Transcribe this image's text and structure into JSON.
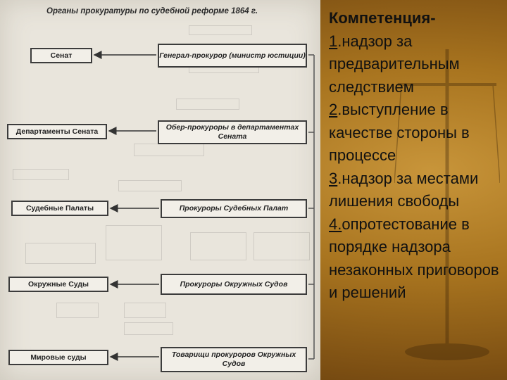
{
  "diagram": {
    "title": "Органы прокуратуры по судебной реформе 1864 г.",
    "left_boxes": [
      {
        "name": "senat",
        "label": "Сенат"
      },
      {
        "name": "senate-departments",
        "label": "Департаменты Сената"
      },
      {
        "name": "judicial-chambers",
        "label": "Судебные Палаты"
      },
      {
        "name": "district-courts",
        "label": "Окружные Суды"
      },
      {
        "name": "magistrate-courts",
        "label": "Мировые суды"
      }
    ],
    "right_boxes": [
      {
        "name": "prosecutor-general",
        "label": "Генерал-прокурор (министр юстиции)"
      },
      {
        "name": "chief-prosecutors",
        "label": "Обер-прокуроры в департаментах Сената"
      },
      {
        "name": "chamber-prosecutors",
        "label": "Прокуроры Судебных Палат"
      },
      {
        "name": "district-prosecutors",
        "label": "Прокуроры Окружных Судов"
      },
      {
        "name": "deputy-prosecutors",
        "label": "Товарищи прокуроров Окружных Судов"
      }
    ]
  },
  "competence": {
    "heading": "Компетенция-",
    "items": [
      {
        "num": "1",
        "text": ".надзор за предварительным следствием"
      },
      {
        "num": "2",
        "text": ".выступление в качестве стороны в процессе"
      },
      {
        "num": "3",
        "text": ".надзор за местами лишения свободы"
      },
      {
        "num": "4.",
        "text": "опротестование в порядке надзора незаконных приговоров и решений"
      }
    ]
  }
}
